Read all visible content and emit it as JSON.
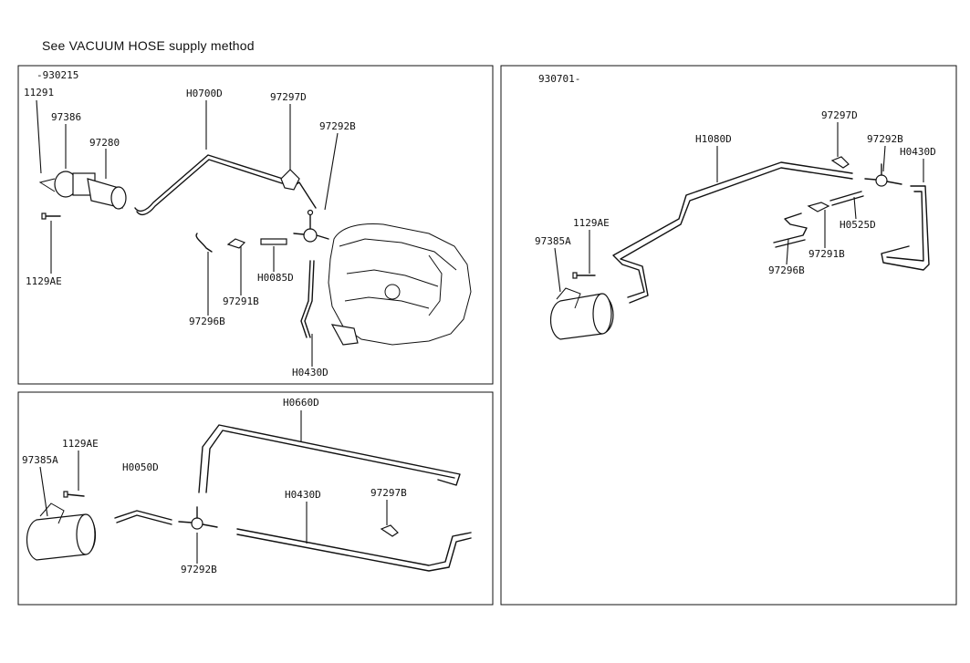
{
  "header": {
    "note": "See VACUUM HOSE supply method"
  },
  "panels": {
    "top_left": {
      "date_range": "-930215",
      "labels": {
        "bolt_top": "11291",
        "actuator": "97386",
        "cylinder": "97280",
        "hose_main": "H0700D",
        "clip": "97297D",
        "tee": "97292B",
        "bolt_bottom": "1129AE",
        "hose_small": "97296B",
        "connector": "97291B",
        "hose_short": "H0085D",
        "hose_down": "H0430D"
      }
    },
    "bottom_left": {
      "labels": {
        "hose_long": "H0660D",
        "bolt": "1129AE",
        "actuator": "97385A",
        "hose_short": "H0050D",
        "hose_mid": "H0430D",
        "clip": "97297B",
        "tee": "97292B"
      }
    },
    "right": {
      "date_range": "930701-",
      "labels": {
        "clip": "97297D",
        "hose_main": "H1080D",
        "tee": "97292B",
        "hose_right": "H0430D",
        "bolt": "1129AE",
        "actuator": "97385A",
        "hose_short": "H0525D",
        "connector": "97291B",
        "hose_small": "97296B"
      }
    }
  }
}
